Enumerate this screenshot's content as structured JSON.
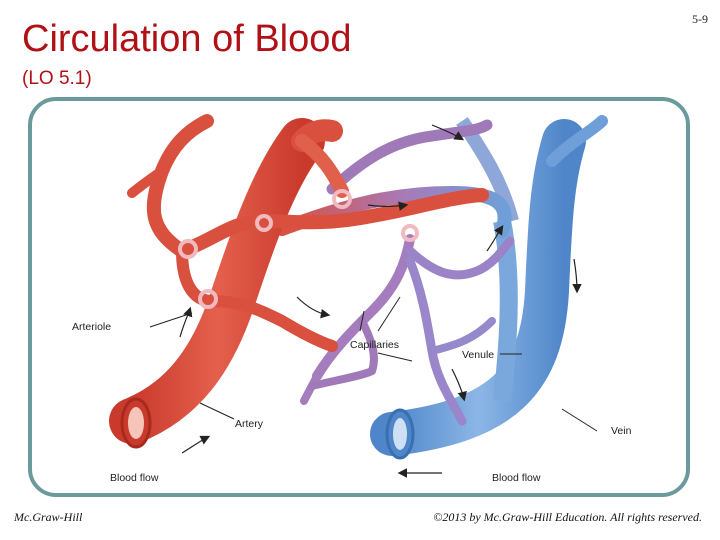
{
  "title": "Circulation of Blood",
  "subtitle": "(LO 5.1)",
  "slide_number": "5-9",
  "footer": {
    "publisher": "Mc.Graw-Hill",
    "copyright": "©2013 by Mc.Graw-Hill Education. All rights reserved."
  },
  "diagram": {
    "labels": {
      "arteriole": "Arteriole",
      "capillaries": "Capillaries",
      "venule": "Venule",
      "artery": "Artery",
      "vein": "Vein",
      "blood_flow_left": "Blood flow",
      "blood_flow_right": "Blood flow"
    },
    "colors": {
      "artery": "#d9503f",
      "vein": "#6f9fd8",
      "capillary": "#9b7fc2",
      "frame": "#6a9a9c"
    }
  }
}
